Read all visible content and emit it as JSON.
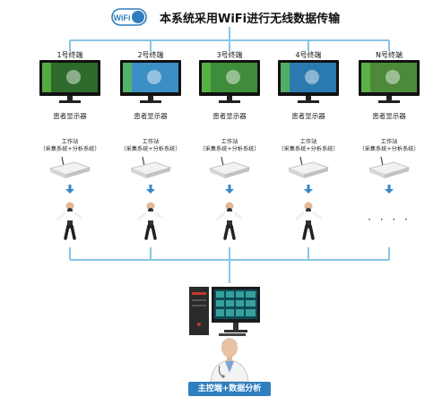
{
  "header": {
    "title": "本系统采用WiFi进行无线数据传输",
    "logo_text": "WiFi"
  },
  "terminals": [
    {
      "label": "1号终端",
      "monitor_caption": "患者显示器",
      "workstation_line1": "工作站",
      "workstation_line2": "（采集系统+分析系统）",
      "screen_color": "#2e6b2a",
      "figure": "person"
    },
    {
      "label": "2号终端",
      "monitor_caption": "患者显示器",
      "workstation_line1": "工作站",
      "workstation_line2": "（采集系统+分析系统）",
      "screen_color": "#3b8fc4",
      "figure": "person"
    },
    {
      "label": "3号终端",
      "monitor_caption": "患者显示器",
      "workstation_line1": "工作站",
      "workstation_line2": "（采集系统+分析系统）",
      "screen_color": "#3f8c3a",
      "figure": "person"
    },
    {
      "label": "4号终端",
      "monitor_caption": "患者显示器",
      "workstation_line1": "工作站",
      "workstation_line2": "（采集系统+分析系统）",
      "screen_color": "#2a7ab0",
      "figure": "person"
    },
    {
      "label": "N号终端",
      "monitor_caption": "患者显示器",
      "workstation_line1": "工作站",
      "workstation_line2": "（采集系统+分析系统）",
      "screen_color": "#4c8a3a",
      "figure": "dots"
    }
  ],
  "more_dots": "· · · ·",
  "footer": {
    "banner": "主控端+数据分析"
  },
  "colors": {
    "connector": "#8ac4e6",
    "banner": "#2f7fbf",
    "arrow": "#3a86c8"
  }
}
